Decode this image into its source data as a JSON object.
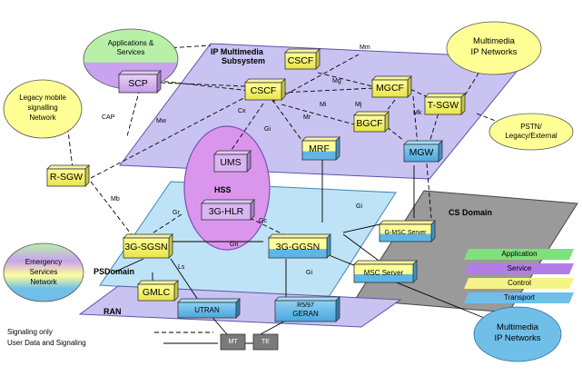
{
  "domains": {
    "ims": [
      "IP Multimedia",
      "Subsystem"
    ],
    "hss": "HSS",
    "cs": "CS Domain",
    "ps": "PSDomain",
    "ran": "RAN"
  },
  "nodes": {
    "scp": "SCP",
    "cscf_top": "CSCF",
    "cscf": "CSCF",
    "mgcf": "MGCF",
    "bgcf": "BGCF",
    "tsgw": "T-SGW",
    "mrf": "MRF",
    "mgw": "MGW",
    "rsgw": "R-SGW",
    "ums": "UMS",
    "hlr": "3G-HLR",
    "sgsn": "3G-SGSN",
    "ggsn": "3G-GGSN",
    "gmsc": "G-MSC Server",
    "msc": "MSC Server",
    "gmlc": "GMLC",
    "utran": "UTRAN",
    "geran": [
      "R5/97",
      "GERAN"
    ],
    "mt": "MT",
    "te": "TE"
  },
  "clouds": {
    "apps": [
      "Applications &",
      "Services"
    ],
    "mm_top": [
      "Multimedia",
      "IP Networks"
    ],
    "legacy": [
      "Legacy mobile",
      "signalling",
      "Network"
    ],
    "pstn": [
      "PSTN/",
      "Legacy/External"
    ],
    "emergency": [
      "Emergency",
      "Services",
      "Network"
    ],
    "mm_bottom": [
      "Multimedia",
      "IP Networks"
    ]
  },
  "interfaces": {
    "mm": "Mm",
    "mg": "Mg",
    "mi": "Mi",
    "mj": "Mj",
    "mk": "Mk",
    "mr": "Mr",
    "cx": "Cx",
    "mw": "Mw",
    "gi": "Gi",
    "gr": "Gr",
    "gc": "Gc",
    "gn": "Gn",
    "cap": "CAP",
    "mb": "Mb",
    "gi3": "Gi",
    "ls": "Ls"
  },
  "legend": {
    "layers": [
      {
        "label": "Application",
        "color": "#7ee07e"
      },
      {
        "label": "Service",
        "color": "#b27ee6"
      },
      {
        "label": "Control",
        "color": "#f4f488"
      },
      {
        "label": "Transport",
        "color": "#6fbfe9"
      }
    ],
    "line_key": {
      "signaling": "Signaling only",
      "user_data": "User Data and Signaling"
    }
  }
}
